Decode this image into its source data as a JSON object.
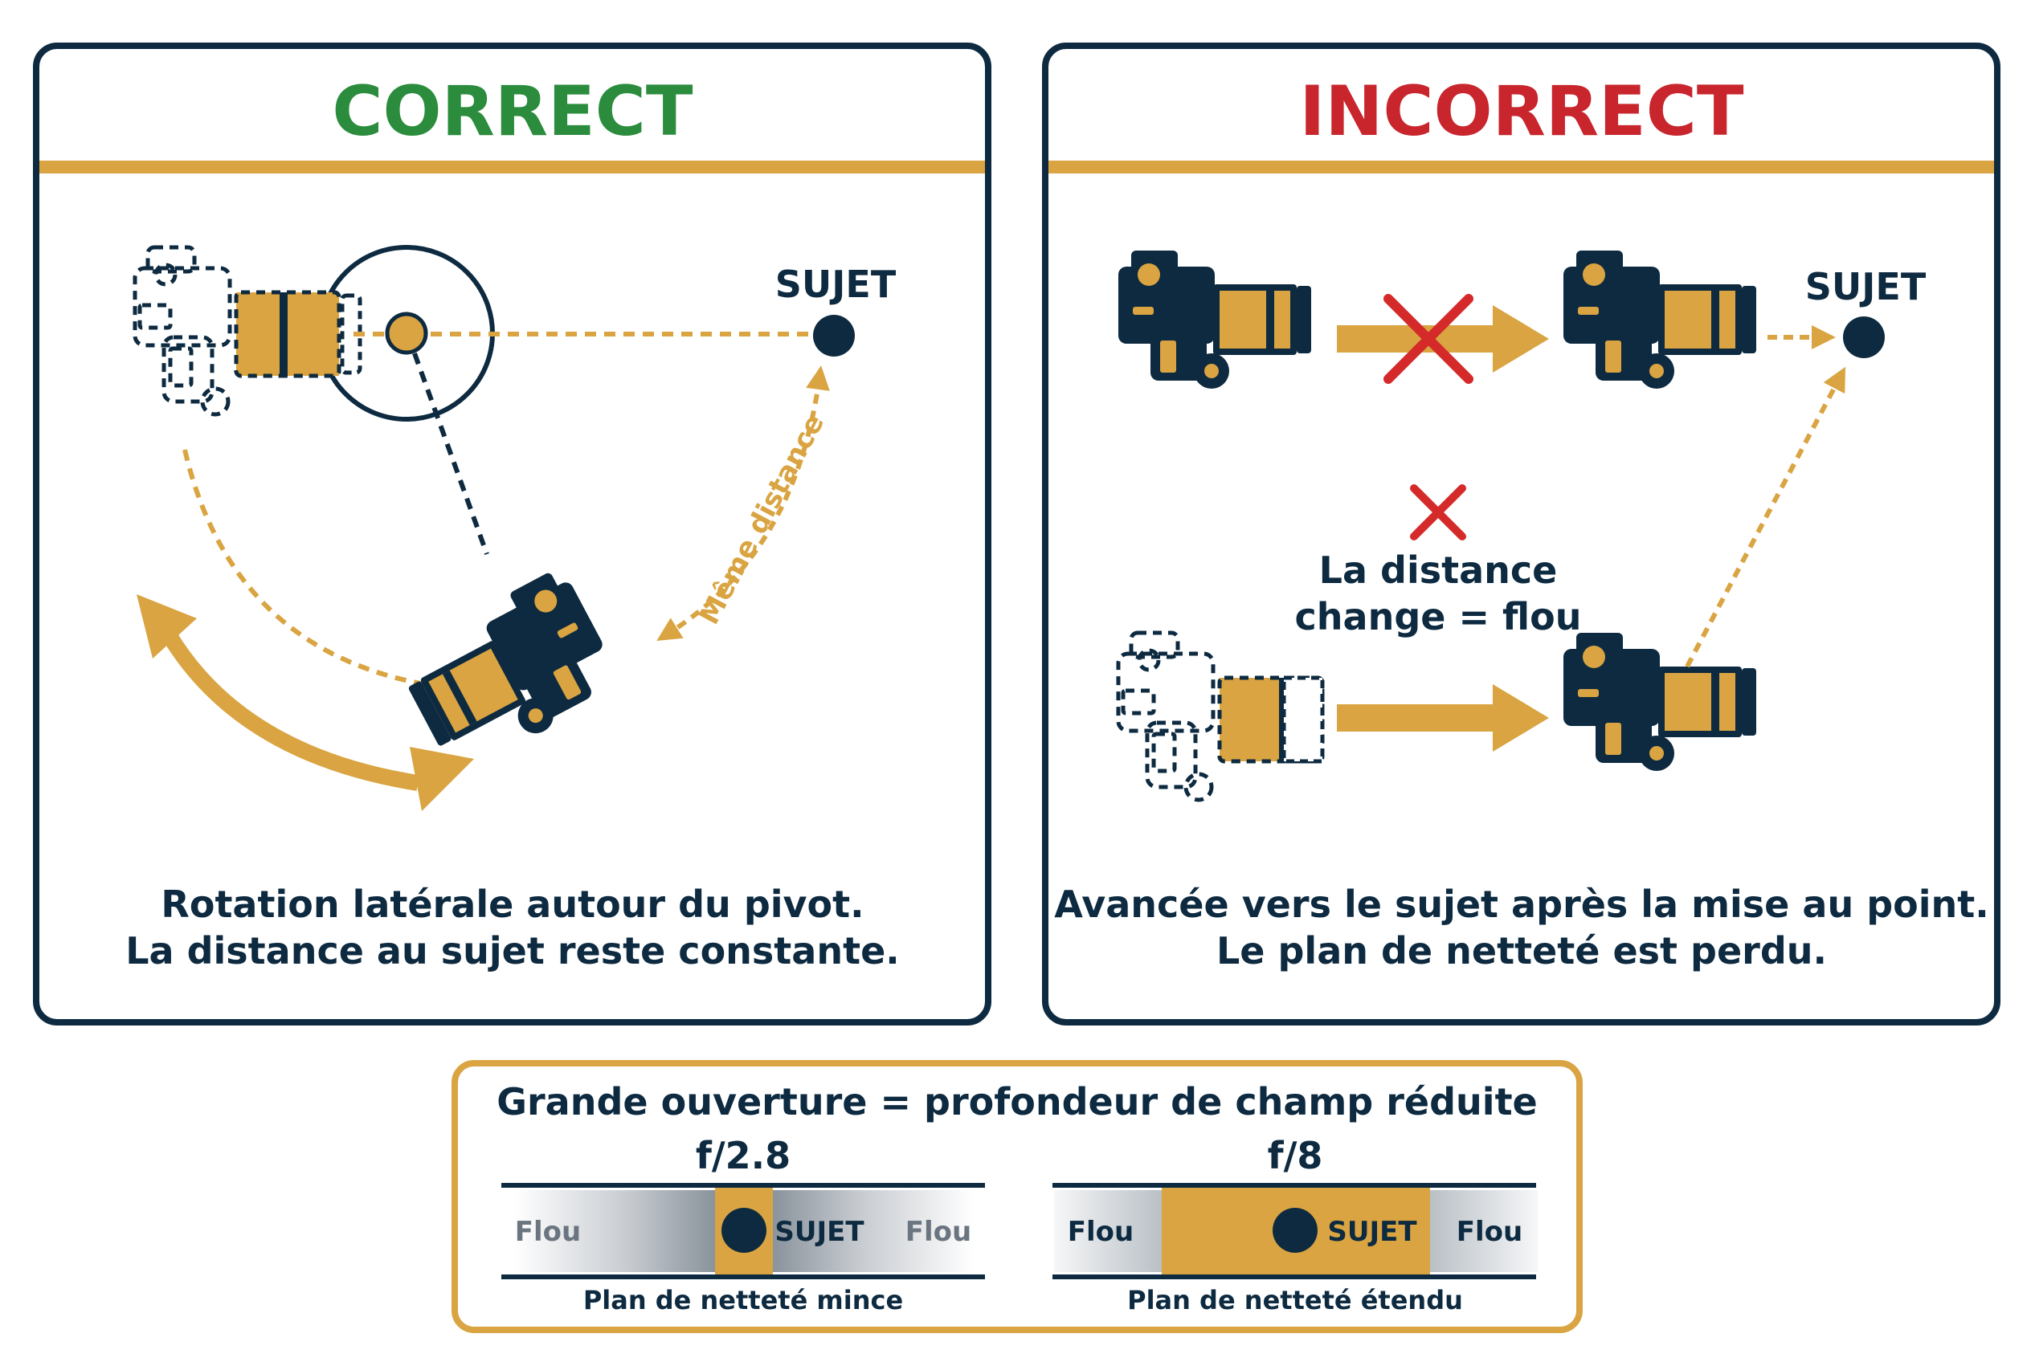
{
  "colors": {
    "navy": "#0d2a40",
    "gold": "#d9a441",
    "green": "#2a8c3c",
    "red": "#d42a2a",
    "white": "#ffffff"
  },
  "correct_panel": {
    "title": "CORRECT",
    "subject_label": "SUJET",
    "distance_label": "Même distance",
    "caption_line1": "Rotation latérale autour du pivot.",
    "caption_line2": "La distance au sujet reste constante."
  },
  "incorrect_panel": {
    "title": "INCORRECT",
    "subject_label": "SUJET",
    "warning_line1": "La distance",
    "warning_line2": "change = flou",
    "caption_line1": "Avancée vers le sujet après la mise au point.",
    "caption_line2": "Le plan de netteté est perdu."
  },
  "dof_box": {
    "title": "Grande ouverture = profondeur de champ réduite",
    "left": {
      "aperture": "f/2.8",
      "blur_left": "Flou",
      "subject": "SUJET",
      "blur_right": "Flou",
      "caption": "Plan de netteté mince"
    },
    "right": {
      "aperture": "f/8",
      "blur_left": "Flou",
      "subject": "SUJET",
      "blur_right": "Flou",
      "caption": "Plan de netteté étendu"
    }
  }
}
